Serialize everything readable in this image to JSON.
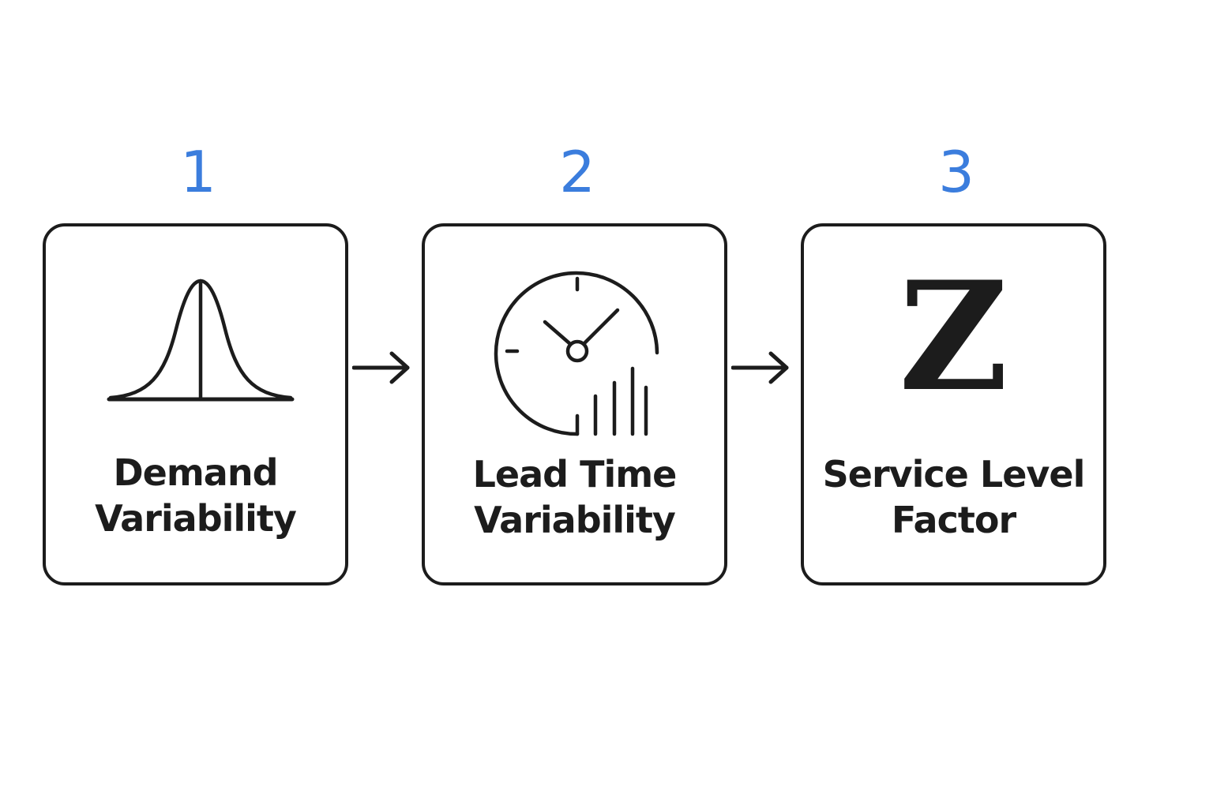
{
  "steps": [
    {
      "number": "1",
      "label_line1": "Demand",
      "label_line2": "Variability",
      "icon": "bell-curve-icon"
    },
    {
      "number": "2",
      "label_line1": "Lead Time",
      "label_line2": "Variability",
      "icon": "clock-bars-icon"
    },
    {
      "number": "3",
      "label_line1": "Service Level",
      "label_line2": "Factor",
      "icon": "z-letter-icon",
      "symbol": "Z"
    }
  ],
  "colors": {
    "accent": "#3b7ddd",
    "stroke": "#1c1c1c",
    "background": "#ffffff"
  }
}
